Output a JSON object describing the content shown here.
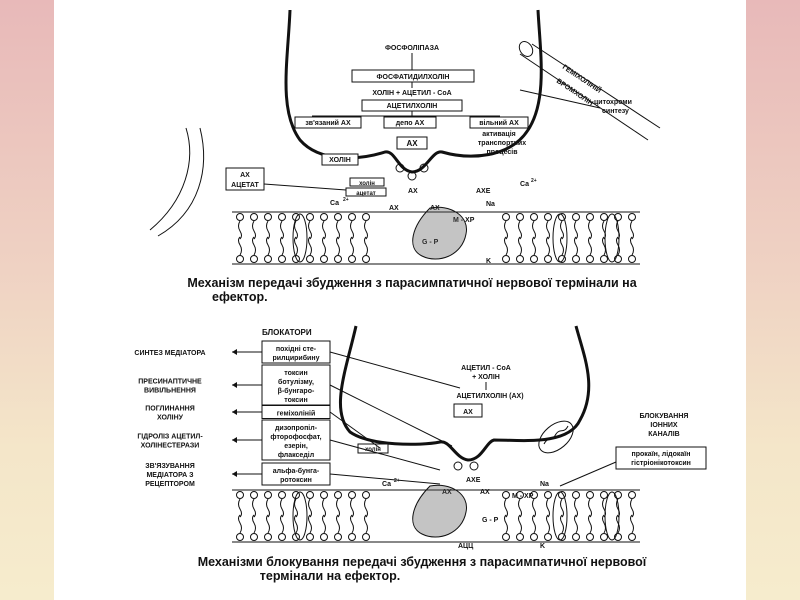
{
  "diagram1": {
    "labels": {
      "phospholipase": "ФОСФОЛІПАЗА",
      "phosphatidylcholine": "ФОСФАТИДИЛХОЛІН",
      "choline_acetyl_coa": "ХОЛІН + АЦЕТИЛ - СоА",
      "acetylcholine": "АЦЕТИЛХОЛІН",
      "bound_ach": "зв'язаний АХ",
      "depot_ach": "депо АХ",
      "free_ach": "вільний АХ",
      "activation": "активація",
      "transport": "транспортних",
      "processes": "процесів",
      "choline": "ХОЛІН",
      "ach_box": "АХ",
      "ach_acetate_1": "АХ",
      "ach_acetate_2": "АЦЕТАТ",
      "choline_small": "холін",
      "acetate_small": "ацетат",
      "ach_cleft_1": "АХ",
      "ache": "АХЕ",
      "ca": "Са",
      "ca_charge": "2+",
      "ca_right": "Са",
      "ca_right_charge": "2+",
      "ach_receptor": "АХ",
      "ach_receptor_2": "АХ",
      "m_chr": "М - ХР",
      "g_p": "G - P",
      "na": "Na",
      "k": "K",
      "hemicholinium": "ГЕМІХОЛІНІЙ",
      "bromocholine": "БРОМХОЛІН",
      "cytochrome": "цитохроми",
      "synthesis_note": "синтезу"
    },
    "caption_line1": "Механізм передачі збудження з парасимпатичної нервової термінали на",
    "caption_line2": "ефектор."
  },
  "diagram2": {
    "blockers_title": "БЛОКАТОРИ",
    "categories": [
      "СИНТЕЗ МЕДІАТОРА",
      "ПРЕСИНАПТИЧНЕ ВИВІЛЬНЕННЯ",
      "ПОГЛИНАННЯ ХОЛІНУ",
      "ГІДРОЛІЗ АЦЕТИЛ-ХОЛІНЕСТЕРАЗИ",
      "ЗВ'ЯЗУВАННЯ МЕДІАТОРА З РЕЦЕПТОРОМ"
    ],
    "categories_lines": [
      [
        "СИНТЕЗ МЕДІАТОРА"
      ],
      [
        "ПРЕСИНАПТИЧНЕ",
        "ВИВІЛЬНЕННЯ"
      ],
      [
        "ПОГЛИНАННЯ",
        "ХОЛІНУ"
      ],
      [
        "ГІДРОЛІЗ АЦЕТИЛ-",
        "ХОЛІНЕСТЕРАЗИ"
      ],
      [
        "ЗВ'ЯЗУВАННЯ",
        "МЕДІАТОРА З",
        "РЕЦЕПТОРОМ"
      ]
    ],
    "blockers_lines": [
      [
        "похідні сте-",
        "рилцирибину"
      ],
      [
        "токсин",
        "ботулізму,",
        "β-бунгаро-",
        "токсин"
      ],
      [
        "геміхоліній"
      ],
      [
        "дизопропіл-",
        "фторофосфат,",
        "езерін,",
        "флакседіл"
      ],
      [
        "альфа-бунга-",
        "ротоксин"
      ]
    ],
    "labels": {
      "acetyl_coa": "АЦЕТИЛ - СоА",
      "plus_choline": "+ ХОЛІН",
      "acetylcholine_ah": "АЦЕТИЛХОЛІН (АХ)",
      "ach_box": "АХ",
      "choline_small": "холін",
      "ach_left": "АХ",
      "ach_right": "АХ",
      "ache": "АХЕ",
      "ca": "Са",
      "ca_charge": "2+",
      "na": "Na",
      "k": "K",
      "m_chr": "М - ХР",
      "g_p": "G - P",
      "acc": "АЦЦ",
      "ion_block_1": "БЛОКУВАННЯ",
      "ion_block_2": "ІОННИХ",
      "ion_block_3": "КАНАЛІВ",
      "ion_blockers_1": "прокаїн, лідокаїн",
      "ion_blockers_2": "гістріонікотоксин"
    },
    "caption_line1": "Механізми блокування передачі збудження з парасимпатичної нервової",
    "caption_line2": "термінали на ефектор."
  }
}
